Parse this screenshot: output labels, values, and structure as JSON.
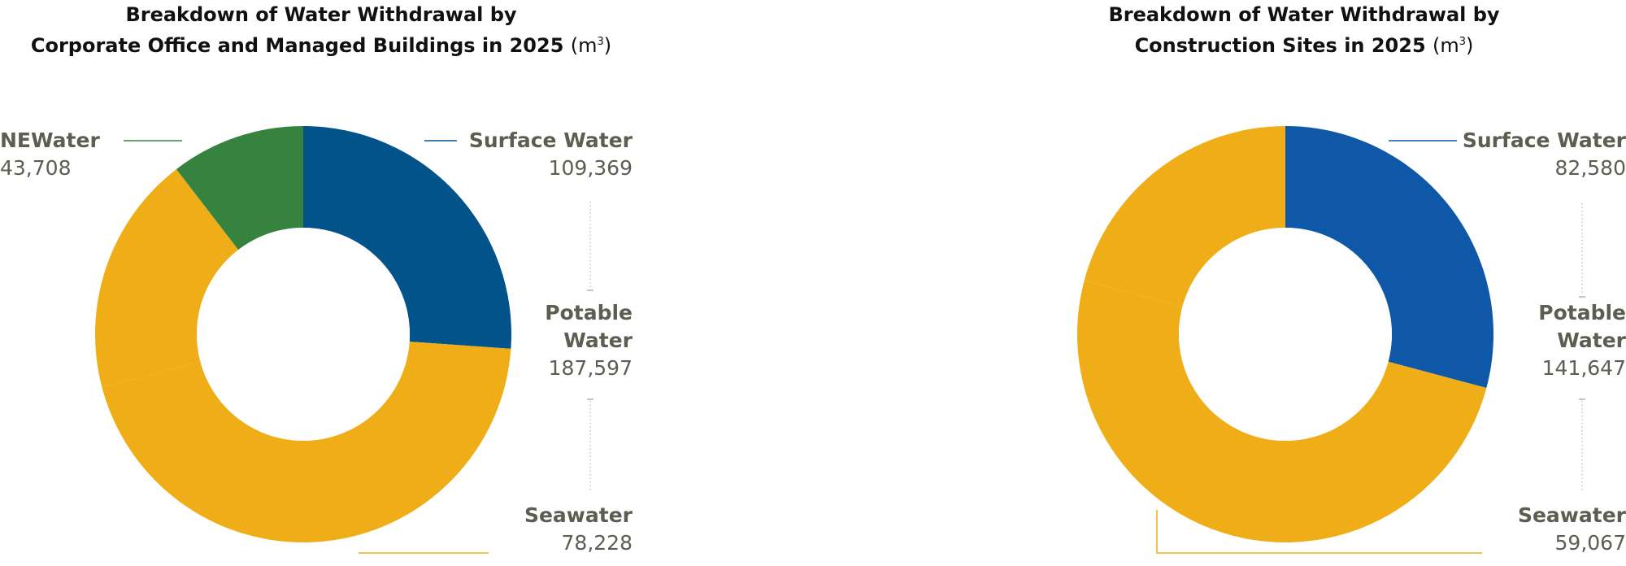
{
  "chart_data": [
    {
      "type": "pie",
      "variant": "donut",
      "title_line1": "Breakdown of Water Withdrawal by",
      "title_line2": "Corporate Office and Managed Buildings in 2025",
      "unit_base": "(m",
      "unit_sup": "3",
      "unit_close": ")",
      "labels": [
        "Surface Water",
        "Potable Water",
        "Seawater",
        "NEWater"
      ],
      "values": [
        109369,
        187597,
        78228,
        43708
      ],
      "colors": [
        "#015389",
        "#efae17",
        "#efae17",
        "#36833f"
      ],
      "segments": [
        {
          "name": "Surface Water",
          "value": "109,369",
          "color": "#015389"
        },
        {
          "name": "Potable Water",
          "value": "187,597",
          "color": "#efae17"
        },
        {
          "name": "Seawater",
          "value": "78,228",
          "color": "#efae17"
        },
        {
          "name": "NEWater",
          "value": "43,708",
          "color": "#36833f"
        }
      ]
    },
    {
      "type": "pie",
      "variant": "donut",
      "title_line1": "Breakdown of Water Withdrawal by",
      "title_line2": "Construction Sites in 2025",
      "unit_base": "(m",
      "unit_sup": "3",
      "unit_close": ")",
      "labels": [
        "Surface Water",
        "Potable Water",
        "Seawater"
      ],
      "values": [
        82580,
        141647,
        59067
      ],
      "colors": [
        "#0f58a8",
        "#efae17",
        "#efae17"
      ],
      "segments": [
        {
          "name": "Surface Water",
          "value": "82,580",
          "color": "#0f58a8"
        },
        {
          "name": "Potable Water",
          "value": "141,647",
          "color": "#efae17"
        },
        {
          "name": "Seawater",
          "value": "59,067",
          "color": "#efae17"
        }
      ]
    }
  ],
  "labels_left": {
    "surface": {
      "line1": "Surface Water",
      "value": "109,369"
    },
    "potable": {
      "line1": "Potable",
      "line2": "Water",
      "value": "187,597"
    },
    "seawater": {
      "line1": "Seawater",
      "value": "78,228"
    },
    "newater": {
      "line1": "NEWater",
      "value": "43,708"
    }
  },
  "labels_right": {
    "surface": {
      "line1": "Surface Water",
      "value": "82,580"
    },
    "potable": {
      "line1": "Potable",
      "line2": "Water",
      "value": "141,647"
    },
    "seawater": {
      "line1": "Seawater",
      "value": "59,067"
    }
  }
}
